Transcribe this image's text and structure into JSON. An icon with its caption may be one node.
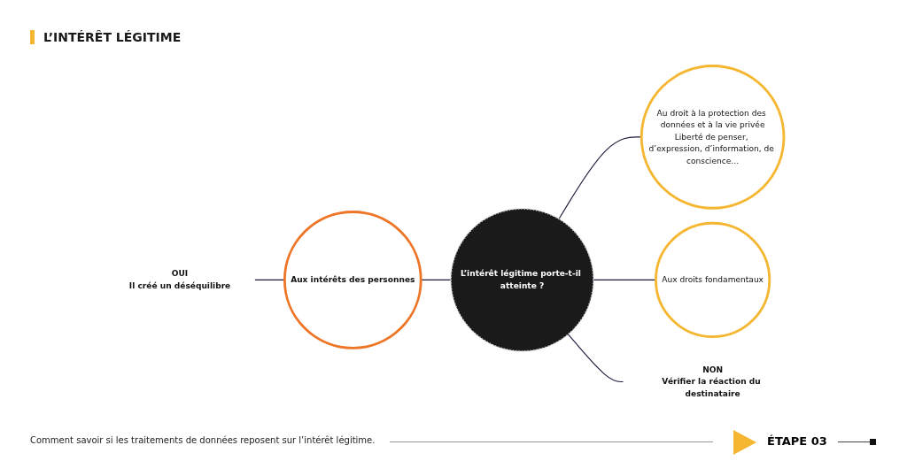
{
  "diagram": {
    "title": "L’INTÉRÊT LÉGITIME",
    "caption": "Comment savoir si les traitements de données reposent sur l’intérêt légitime.",
    "nodes": [
      {
        "text": [
          "OUI",
          "Il créé un déséquilibre"
        ]
      },
      {
        "text": [
          "Aux intérêts des personnes"
        ]
      },
      {
        "text": [
          "L’intérêt légitime porte-t-il atteinte ?"
        ]
      },
      {
        "text": [
          "Au droit à la protection des données et à la vie privée",
          "Liberté de penser, d’expression, d’information, de conscience…"
        ]
      },
      {
        "text": [
          "Aux droits fondamentaux"
        ]
      },
      {
        "text": [
          "NON",
          "Vérifier la réaction du destinataire"
        ]
      }
    ],
    "edges": [
      {
        "from": 0,
        "to": 1,
        "arrow": "none"
      },
      {
        "from": 1,
        "to": 2,
        "arrow": "none"
      },
      {
        "from": 2,
        "to": 3,
        "arrow": "none"
      },
      {
        "from": 2,
        "to": 4,
        "arrow": "none"
      },
      {
        "from": 2,
        "to": 5,
        "arrow": "none"
      }
    ],
    "labels": [
      "ÉTAPE 03"
    ]
  }
}
